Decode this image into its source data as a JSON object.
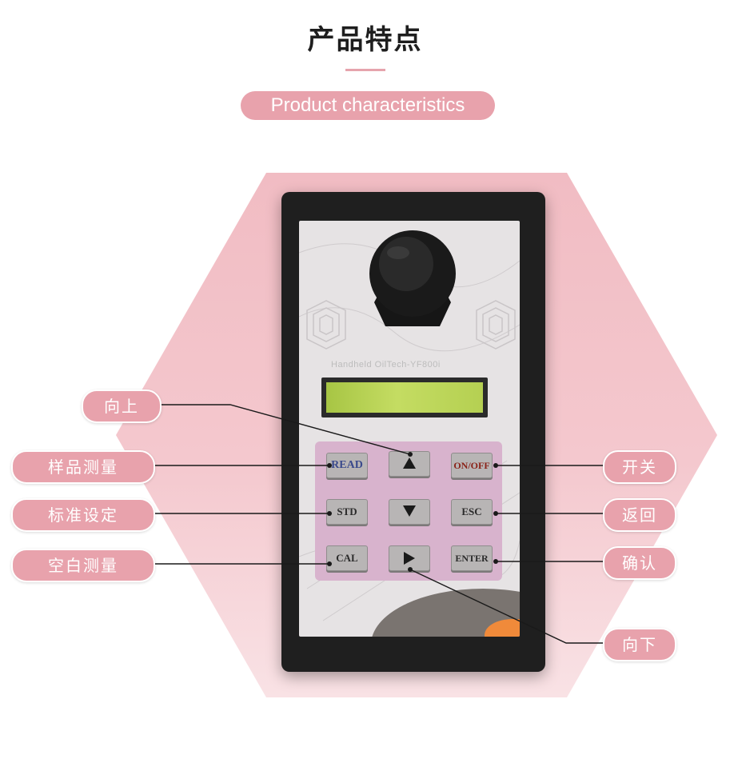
{
  "header": {
    "title": "产品特点",
    "subtitle": "Product characteristics"
  },
  "device": {
    "model_text": "Handheld OilTech-YF800i",
    "keys": {
      "read": "READ",
      "on_off": "ON/OFF",
      "std": "STD",
      "esc": "ESC",
      "cal": "CAL",
      "enter": "ENTER"
    }
  },
  "callouts": {
    "up": "向上",
    "sample_measure": "样品测量",
    "standard_set": "标准设定",
    "blank_measure": "空白测量",
    "power": "开关",
    "back": "返回",
    "confirm": "确认",
    "down": "向下"
  },
  "colors": {
    "accent_pink": "#e8a2ac",
    "hexagon_pink": "#f1bcc3",
    "device_body": "#1f1f1f",
    "lcd_green": "#b5d052"
  }
}
